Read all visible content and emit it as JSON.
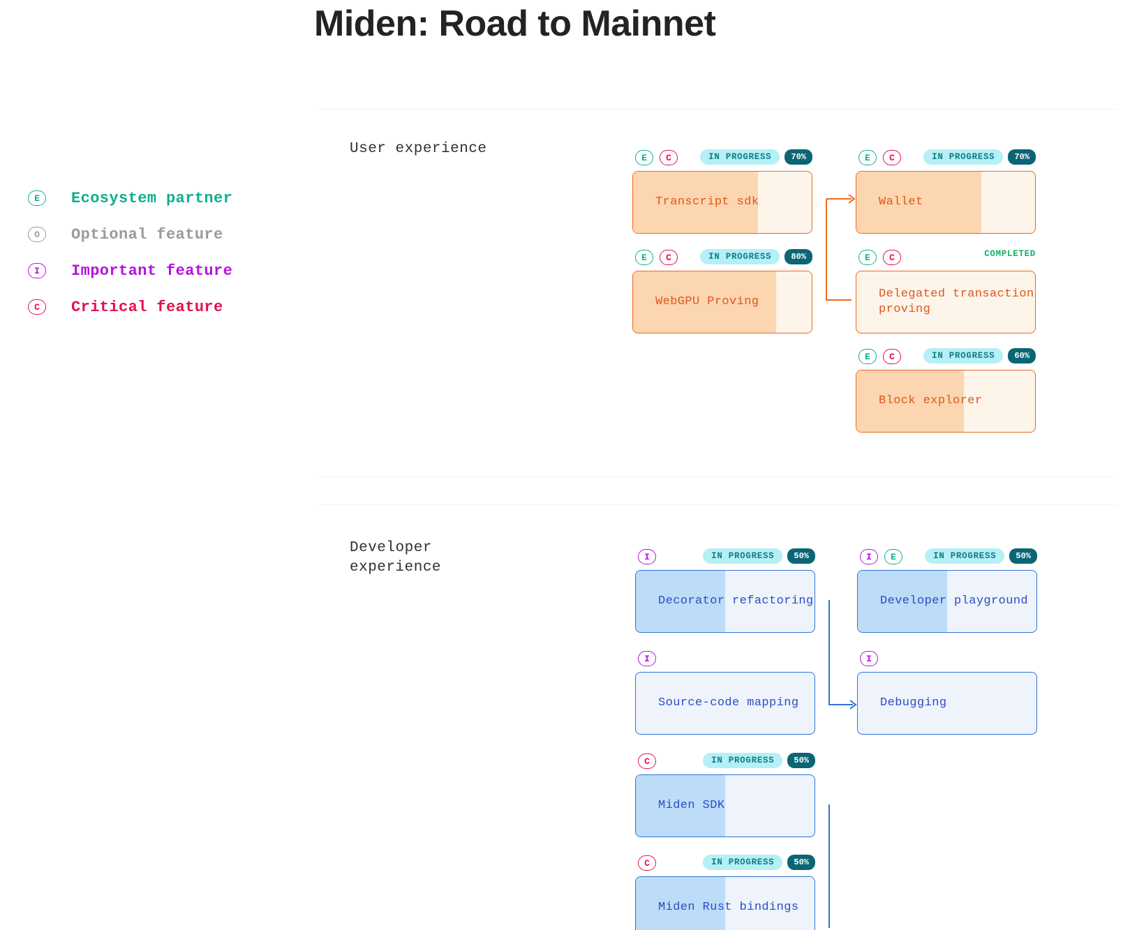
{
  "page": {
    "title": "Miden: Road to Mainnet"
  },
  "legend": {
    "items": [
      {
        "code": "E",
        "label": "Ecosystem partner",
        "color": "#0fae8e",
        "key": "eco"
      },
      {
        "code": "O",
        "label": "Optional feature",
        "color": "#9a9a9a",
        "key": "opt"
      },
      {
        "code": "I",
        "label": "Important feature",
        "color": "#b413e0",
        "key": "imp"
      },
      {
        "code": "C",
        "label": "Critical feature",
        "color": "#e5104d",
        "key": "crit"
      }
    ]
  },
  "sections": [
    {
      "id": "user-experience",
      "title": "User experience"
    },
    {
      "id": "developer-experience",
      "title": "Developer\nexperience"
    }
  ],
  "status_labels": {
    "in_progress": "IN PROGRESS",
    "completed": "COMPLETED"
  },
  "nodes": {
    "transcript_sdk": {
      "title": "Transcript sdk",
      "badges": [
        "E",
        "C"
      ],
      "status": "IN PROGRESS",
      "percent": "70%",
      "progress": 70
    },
    "webgpu_proving": {
      "title": "WebGPU Proving",
      "badges": [
        "E",
        "C"
      ],
      "status": "IN PROGRESS",
      "percent": "80%",
      "progress": 80
    },
    "wallet": {
      "title": "Wallet",
      "badges": [
        "E",
        "C"
      ],
      "status": "IN PROGRESS",
      "percent": "70%",
      "progress": 70
    },
    "delegated_tx_proving": {
      "title": "Delegated transaction\nproving",
      "badges": [
        "E",
        "C"
      ],
      "status": "COMPLETED",
      "percent": "",
      "progress": 0
    },
    "block_explorer": {
      "title": "Block explorer",
      "badges": [
        "E",
        "C"
      ],
      "status": "IN PROGRESS",
      "percent": "60%",
      "progress": 60
    },
    "decorator_refactoring": {
      "title": "Decorator refactoring",
      "badges": [
        "I"
      ],
      "status": "IN PROGRESS",
      "percent": "50%",
      "progress": 50
    },
    "developer_playground": {
      "title": "Developer playground",
      "badges": [
        "I",
        "E"
      ],
      "status": "IN PROGRESS",
      "percent": "50%",
      "progress": 50
    },
    "source_code_mapping": {
      "title": "Source-code mapping",
      "badges": [
        "I"
      ],
      "status": "",
      "percent": "",
      "progress": 0
    },
    "debugging": {
      "title": "Debugging",
      "badges": [
        "I"
      ],
      "status": "",
      "percent": "",
      "progress": 0
    },
    "miden_sdk": {
      "title": "Miden SDK",
      "badges": [
        "C"
      ],
      "status": "IN PROGRESS",
      "percent": "50%",
      "progress": 50
    },
    "miden_rust_bindings": {
      "title": "Miden Rust bindings",
      "badges": [
        "C"
      ],
      "status": "IN PROGRESS",
      "percent": "50%",
      "progress": 50
    }
  },
  "colors": {
    "orange_border": "#ef6820",
    "orange_fill": "#fbd6b0",
    "orange_text": "#e1561c",
    "blue_border": "#2f72d6",
    "blue_fill": "#bcdcf7",
    "blue_text": "#2b4ec4",
    "status_bg": "#b4f0f5",
    "status_text": "#127c87",
    "percent_bg": "#0b6575",
    "completed_text": "#13b06a"
  }
}
